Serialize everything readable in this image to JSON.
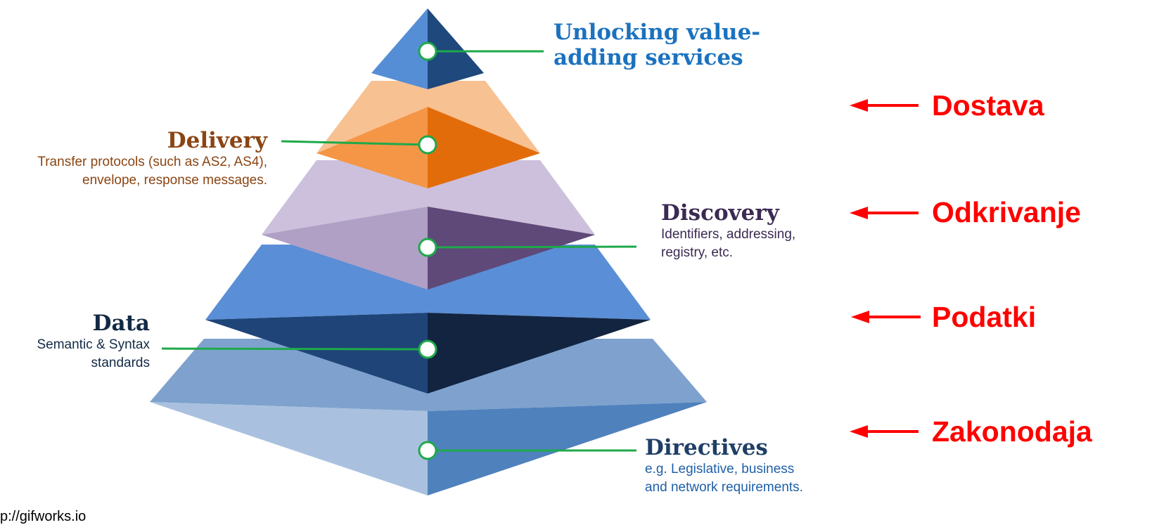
{
  "layers": [
    {
      "id": "unlocking",
      "title": "Unlocking value-",
      "title2": "adding services",
      "color": "#1b72bf"
    },
    {
      "id": "delivery",
      "title": "Delivery",
      "desc1": "Transfer protocols (such as AS2, AS4),",
      "desc2": "envelope, response messages.",
      "color": "#8b4513"
    },
    {
      "id": "discovery",
      "title": "Discovery",
      "desc1": "Identifiers, addressing,",
      "desc2": "registry, etc.",
      "color": "#3b2a52"
    },
    {
      "id": "data",
      "title": "Data",
      "desc1": "Semantic & Syntax",
      "desc2": "standards",
      "color": "#132a45"
    },
    {
      "id": "directives",
      "title": "Directives",
      "desc1": "e.g. Legislative, business",
      "desc2": "and network requirements.",
      "color": "#1f3f66"
    }
  ],
  "annotations": [
    {
      "label": "Dostava"
    },
    {
      "label": "Odkrivanje"
    },
    {
      "label": "Podatki"
    },
    {
      "label": "Zakonodaja"
    }
  ],
  "source": "p://gifworks.io",
  "colors": {
    "connector": "#1ea94a",
    "annotation": "#ff0000"
  }
}
